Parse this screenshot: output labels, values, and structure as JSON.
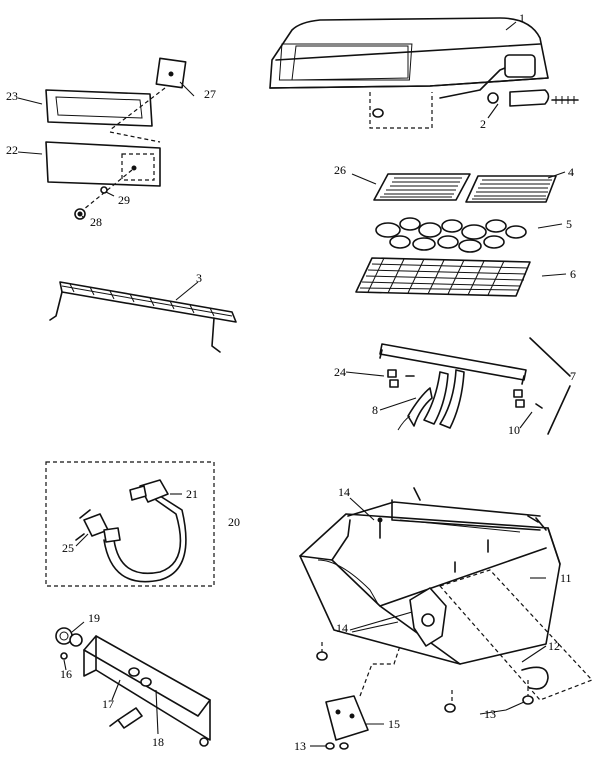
{
  "callouts": [
    {
      "id": "c1",
      "text": "1"
    },
    {
      "id": "c2",
      "text": "2"
    },
    {
      "id": "c3",
      "text": "3"
    },
    {
      "id": "c4",
      "text": "4"
    },
    {
      "id": "c5",
      "text": "5"
    },
    {
      "id": "c6",
      "text": "6"
    },
    {
      "id": "c7",
      "text": "7"
    },
    {
      "id": "c8",
      "text": "8"
    },
    {
      "id": "c10",
      "text": "10"
    },
    {
      "id": "c11",
      "text": "11"
    },
    {
      "id": "c12",
      "text": "12"
    },
    {
      "id": "c13a",
      "text": "13"
    },
    {
      "id": "c13b",
      "text": "13"
    },
    {
      "id": "c14a",
      "text": "14"
    },
    {
      "id": "c14b",
      "text": "14"
    },
    {
      "id": "c15",
      "text": "15"
    },
    {
      "id": "c16",
      "text": "16"
    },
    {
      "id": "c17",
      "text": "17"
    },
    {
      "id": "c18",
      "text": "18"
    },
    {
      "id": "c19",
      "text": "19"
    },
    {
      "id": "c20",
      "text": "20"
    },
    {
      "id": "c21",
      "text": "21"
    },
    {
      "id": "c22",
      "text": "22"
    },
    {
      "id": "c23",
      "text": "23"
    },
    {
      "id": "c24",
      "text": "24"
    },
    {
      "id": "c25",
      "text": "25"
    },
    {
      "id": "c26",
      "text": "26"
    },
    {
      "id": "c27",
      "text": "27"
    },
    {
      "id": "c28",
      "text": "28"
    },
    {
      "id": "c29",
      "text": "29"
    }
  ]
}
